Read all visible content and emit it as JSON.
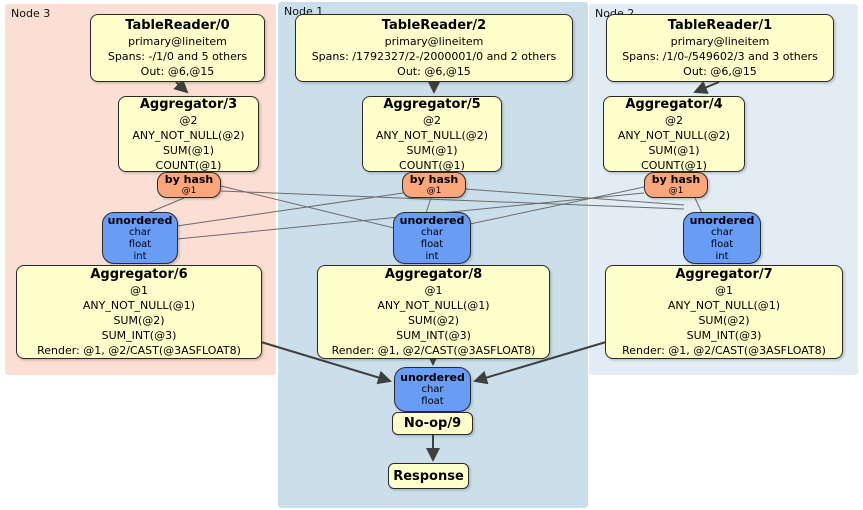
{
  "regions": [
    {
      "label": "Node 3"
    },
    {
      "label": "Node 1"
    },
    {
      "label": "Node 2"
    }
  ],
  "boxes": {
    "tr0": {
      "title": "TableReader/0",
      "lines": [
        "primary@lineitem",
        "Spans: -/1/0 and 5 others",
        "Out: @6,@15"
      ]
    },
    "tr2": {
      "title": "TableReader/2",
      "lines": [
        "primary@lineitem",
        "Spans: /1792327/2-/2000001/0 and 2 others",
        "Out: @6,@15"
      ]
    },
    "tr1": {
      "title": "TableReader/1",
      "lines": [
        "primary@lineitem",
        "Spans: /1/0-/549602/3 and 3 others",
        "Out: @6,@15"
      ]
    },
    "agg3": {
      "title": "Aggregator/3",
      "lines": [
        "@2",
        "ANY_NOT_NULL(@2)",
        "SUM(@1)",
        "COUNT(@1)"
      ]
    },
    "agg5": {
      "title": "Aggregator/5",
      "lines": [
        "@2",
        "ANY_NOT_NULL(@2)",
        "SUM(@1)",
        "COUNT(@1)"
      ]
    },
    "agg4": {
      "title": "Aggregator/4",
      "lines": [
        "@2",
        "ANY_NOT_NULL(@2)",
        "SUM(@1)",
        "COUNT(@1)"
      ]
    },
    "agg6": {
      "title": "Aggregator/6",
      "lines": [
        "@1",
        "ANY_NOT_NULL(@1)",
        "SUM(@2)",
        "SUM_INT(@3)",
        "Render: @1, @2/CAST(@3ASFLOAT8)"
      ]
    },
    "agg8": {
      "title": "Aggregator/8",
      "lines": [
        "@1",
        "ANY_NOT_NULL(@1)",
        "SUM(@2)",
        "SUM_INT(@3)",
        "Render: @1, @2/CAST(@3ASFLOAT8)"
      ]
    },
    "agg7": {
      "title": "Aggregator/7",
      "lines": [
        "@1",
        "ANY_NOT_NULL(@1)",
        "SUM(@2)",
        "SUM_INT(@3)",
        "Render: @1, @2/CAST(@3ASFLOAT8)"
      ]
    },
    "noop": {
      "title": "No-op/9"
    },
    "response": {
      "title": "Response"
    }
  },
  "routers": {
    "byhash3": {
      "title": "by hash",
      "tag": "@1"
    },
    "byhash5": {
      "title": "by hash",
      "tag": "@1"
    },
    "byhash4": {
      "title": "by hash",
      "tag": "@1"
    }
  },
  "syncs": {
    "unord3": {
      "title": "unordered",
      "types": [
        "char",
        "float",
        "int"
      ]
    },
    "unord1": {
      "title": "unordered",
      "types": [
        "char",
        "float",
        "int"
      ]
    },
    "unord2": {
      "title": "unordered",
      "types": [
        "char",
        "float",
        "int"
      ]
    },
    "unordFinal": {
      "title": "unordered",
      "types": [
        "char",
        "float"
      ]
    }
  },
  "colors": {
    "node3_bg": "#fcdfd4",
    "node1_bg": "#cbdfeb",
    "node2_bg": "#e1ecf5",
    "processor_fill": "#ffffcc",
    "router_fill": "#fba77b",
    "sync_fill": "#699cf5",
    "edge_thin": "#6b6b6b",
    "edge_thick": "#3f3f3f"
  }
}
